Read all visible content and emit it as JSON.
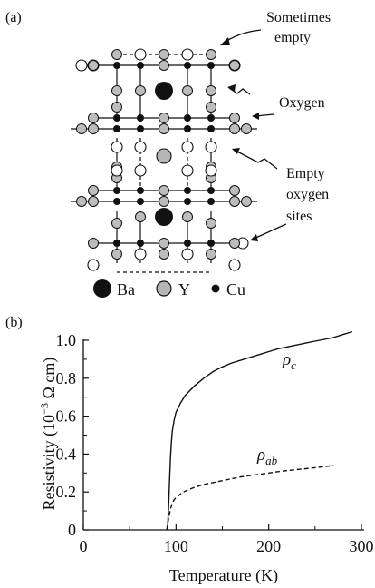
{
  "panel_a": {
    "label": "(a)",
    "annotations": {
      "sometimes_empty": [
        "Sometimes",
        "empty"
      ],
      "oxygen": "Oxygen",
      "empty_oxygen_sites": [
        "Empty",
        "oxygen",
        "sites"
      ]
    },
    "legend": [
      {
        "symbol": "ba",
        "text": "Ba"
      },
      {
        "symbol": "y",
        "text": "Y"
      },
      {
        "symbol": "cu",
        "text": "Cu"
      }
    ]
  },
  "panel_b": {
    "label": "(b)",
    "chart_data": {
      "type": "line",
      "xlabel": "Temperature (K)",
      "ylabel_parts": [
        "Resistivity (10",
        "−3",
        " Ω cm)"
      ],
      "xlim": [
        0,
        300
      ],
      "ylim": [
        0,
        1.0
      ],
      "xticks": [
        0,
        100,
        200,
        300
      ],
      "yticks": [
        0,
        0.2,
        0.4,
        0.6,
        0.8,
        1.0
      ],
      "ytick_labels": [
        "0",
        "0.2",
        "0.4",
        "0.6",
        "0.8",
        "1.0"
      ],
      "grid": false,
      "series": [
        {
          "name": "ρ_c",
          "label_main": "ρ",
          "label_sub": "c",
          "style": "solid",
          "x": [
            90,
            91,
            92,
            93,
            94,
            95,
            96,
            98,
            100,
            105,
            110,
            120,
            130,
            140,
            150,
            160,
            170,
            180,
            190,
            200,
            210,
            220,
            230,
            240,
            250,
            260,
            270,
            280,
            290
          ],
          "y": [
            0.0,
            0.02,
            0.12,
            0.26,
            0.38,
            0.46,
            0.52,
            0.58,
            0.62,
            0.67,
            0.71,
            0.76,
            0.8,
            0.835,
            0.86,
            0.88,
            0.895,
            0.91,
            0.925,
            0.94,
            0.955,
            0.965,
            0.975,
            0.985,
            0.995,
            1.005,
            1.015,
            1.03,
            1.045
          ]
        },
        {
          "name": "ρ_ab",
          "label_main": "ρ",
          "label_sub": "ab",
          "style": "dashed",
          "x": [
            90,
            92,
            94,
            96,
            98,
            100,
            105,
            110,
            120,
            130,
            140,
            150,
            160,
            170,
            180,
            190,
            200,
            210,
            220,
            230,
            240,
            250,
            260,
            270
          ],
          "y": [
            0.0,
            0.06,
            0.11,
            0.14,
            0.16,
            0.17,
            0.19,
            0.205,
            0.225,
            0.24,
            0.25,
            0.26,
            0.27,
            0.28,
            0.287,
            0.293,
            0.3,
            0.307,
            0.313,
            0.318,
            0.323,
            0.328,
            0.334,
            0.34
          ]
        }
      ]
    }
  }
}
